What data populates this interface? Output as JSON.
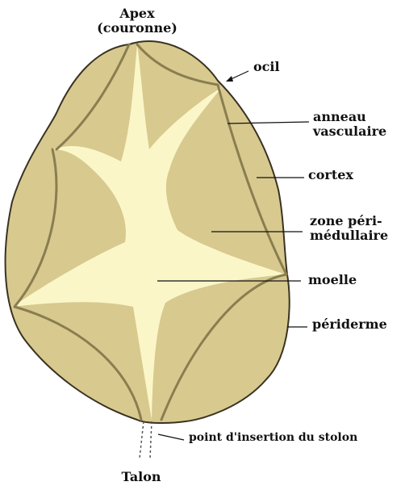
{
  "labels": {
    "apex_line1": "Apex",
    "apex_line2": "(couronne)",
    "ocil": "ocil",
    "anneau_line1": "anneau",
    "anneau_line2": "vasculaire",
    "cortex": "cortex",
    "zone_line1": "zone péri-",
    "zone_line2": "médullaire",
    "moelle": "moelle",
    "periderme": "périderme",
    "stolon": "point d'insertion du stolon",
    "talon": "Talon"
  },
  "colors": {
    "cortex_fill": "#d8c98f",
    "medulla_fill": "#fbf6c8",
    "outline": "#3a3322",
    "vascular_ring": "#8a7e50",
    "label_text": "#111111"
  }
}
